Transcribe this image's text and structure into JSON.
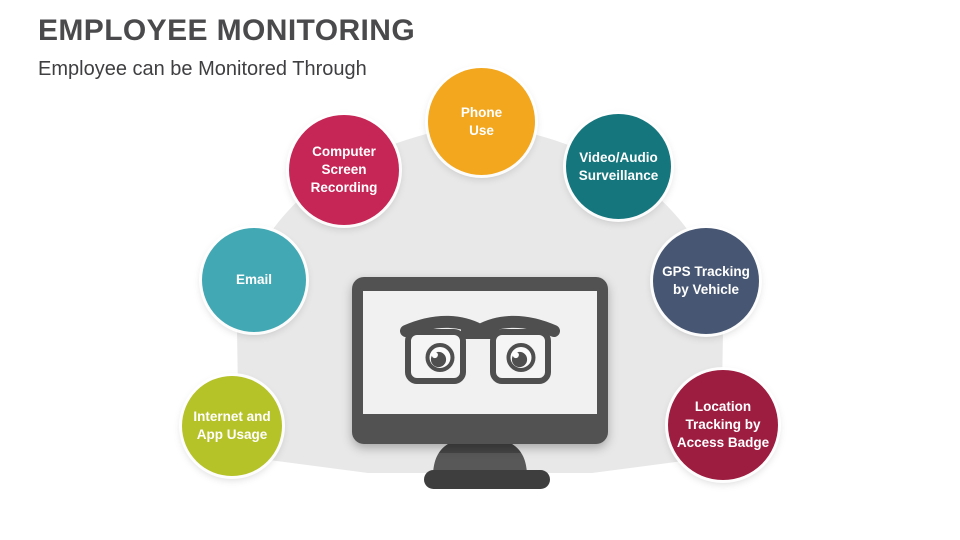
{
  "slide": {
    "title": "EMPLOYEE MONITORING",
    "subtitle": "Employee can be Monitored Through",
    "title_color": "#4a4a4c",
    "subtitle_color": "#3f3f42",
    "background_color": "#ffffff"
  },
  "diagram": {
    "backdrop": {
      "shape": "arch-fan",
      "color": "#e8e8e8"
    },
    "monitor": {
      "frame_color": "#525252",
      "screen_color": "#f1f1f1",
      "glasses_color": "#4f4f4f",
      "eye_white_color": "#fcfcfc",
      "neck_color": "#585858",
      "neck_shadow_color": "#454545",
      "base_color": "#3e3e3e"
    },
    "nodes": [
      {
        "id": "internet-app-usage",
        "label": "Internet and\nApp Usage",
        "color": "#b5c228"
      },
      {
        "id": "email",
        "label": "Email",
        "color": "#42a8b4"
      },
      {
        "id": "computer-screen-recording",
        "label": "Computer\nScreen\nRecording",
        "color": "#c62655"
      },
      {
        "id": "phone-use",
        "label": "Phone\nUse",
        "color": "#f2a71f"
      },
      {
        "id": "video-audio-surveillance",
        "label": "Video/Audio\nSurveillance",
        "color": "#16767d"
      },
      {
        "id": "gps-tracking-by-vehicle",
        "label": "GPS Tracking\nby Vehicle",
        "color": "#475672"
      },
      {
        "id": "location-tracking-by-access-badge",
        "label": "Location\nTracking by\nAccess Badge",
        "color": "#9d1d40"
      }
    ]
  }
}
